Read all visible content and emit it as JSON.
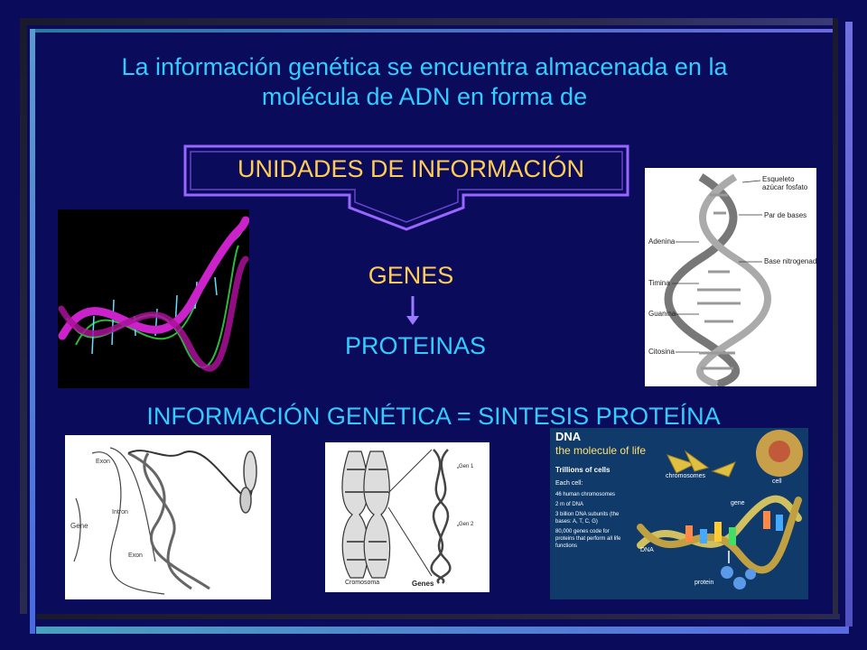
{
  "slide": {
    "title_line1": "La información genética se encuentra almacenada en la",
    "title_line2": "molécula de ADN en forma de",
    "units_label": "UNIDADES DE INFORMACIÓN",
    "genes_label": "GENES",
    "proteinas_label": "PROTEINAS",
    "equation": "INFORMACIÓN GENÉTICA = SINTESIS PROTEÍNA"
  },
  "images": {
    "helix_diagram": {
      "labels": [
        "Esqueleto azúcar fosfato",
        "Par de bases",
        "Adenina",
        "Base nitrogenada",
        "Timina",
        "Guanina",
        "Citosina"
      ]
    },
    "gene_diagram": {
      "labels": [
        "Exon",
        "Intron",
        "Gene",
        "Exon"
      ]
    },
    "chromosome_diagram": {
      "labels": [
        "Cromosoma",
        "Genes",
        "Gen 1",
        "Gen 2"
      ]
    },
    "dna_poster": {
      "title": "DNA",
      "subtitle": "the molecule of life",
      "trillions": "Trillions of cells",
      "each_cell": "Each cell:",
      "bullets": [
        "46 human chromosomes",
        "2 m of DNA",
        "3 billion DNA subunits (the bases: A, T, C, G)",
        "80,000 genes code for proteins that perform all life functions"
      ],
      "lbl_chromosomes": "chromosomes",
      "lbl_cell": "cell",
      "lbl_gene": "gene",
      "lbl_dna": "DNA",
      "lbl_protein": "protein"
    }
  },
  "colors": {
    "background": "#0b0b5c",
    "title_cyan": "#33ccff",
    "label_yellow": "#ffcc55",
    "box_violet": "#9966ff"
  }
}
